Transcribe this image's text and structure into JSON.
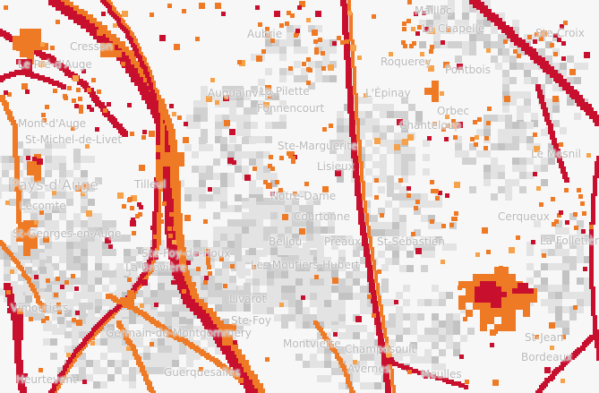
{
  "map": {
    "colors": {
      "background": "#f7f7f7",
      "grey_light": "#e3e3e3",
      "grey_mid": "#d1d1d1",
      "grey_dark": "#c3c3c3",
      "orange_light": "#f6a24a",
      "orange": "#ef7a25",
      "red": "#c8102e"
    },
    "place_labels": [
      "Aubrie",
      "Mailloc",
      "La Chapelle",
      "Ste-Croix",
      "Cresson",
      "Le Pré-d'Auge",
      "Roquerey",
      "Pontbois",
      "Auquainville",
      "L'Épinay",
      "Orbec",
      "Mont-d'Auge",
      "Fonnencourt",
      "La Pilette",
      "Chanteloup",
      "Ste-Marguerite",
      "St-Michel-de-Livet",
      "Lisieux",
      "Le Mesnil",
      "Pays-d'Auge",
      "Tilleul",
      "Lecomte",
      "Notre-Dame",
      "Courtonne",
      "Cerqueux",
      "St-Georges-en-Auge",
      "Bellou",
      "Préaux",
      "St-Sébastien",
      "La Folletière",
      "Ste-Foy-de-Houx",
      "Les Moutiers-Hubert",
      "La Brévière",
      "Livarot",
      "Vimoutiers",
      "Germain-de-Montgommery",
      "Ste-Foy",
      "Montviette",
      "Champosoult",
      "Avernes",
      "St-Jean",
      "Bordeaux",
      "Guerquesalles",
      "Meulles",
      "Heurtevent"
    ]
  }
}
